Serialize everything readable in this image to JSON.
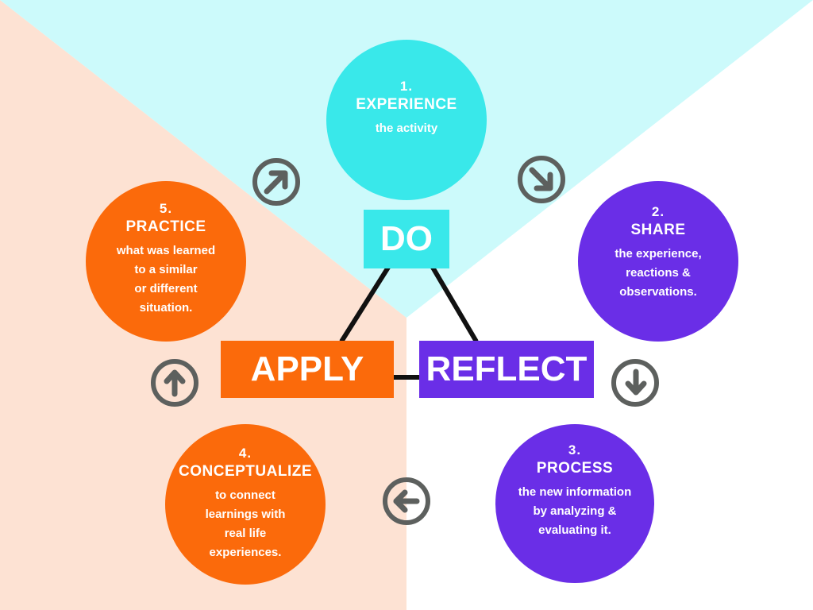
{
  "colors": {
    "cyan": "#39e8ea",
    "cyan_light": "#ccfafb",
    "orange": "#fb6a0b",
    "orange_light": "#fde2d3",
    "purple": "#6a2ee7",
    "arrow_gray": "#5d605e",
    "connector": "#111111"
  },
  "labels": {
    "do": "DO",
    "apply": "APPLY",
    "reflect": "REFLECT"
  },
  "steps": [
    {
      "num": "1.",
      "title": "EXPERIENCE",
      "desc": "the activity"
    },
    {
      "num": "2.",
      "title": "SHARE",
      "desc": "the experience,\nreactions &\nobservations."
    },
    {
      "num": "3.",
      "title": "PROCESS",
      "desc": "the new information\nby analyzing &\nevaluating it."
    },
    {
      "num": "4.",
      "title": "CONCEPTUALIZE",
      "desc": "to connect\nlearnings with\nreal life\nexperiences."
    },
    {
      "num": "5.",
      "title": "PRACTICE",
      "desc": "what was learned\nto a similar\nor different\nsituation."
    }
  ],
  "arrows": [
    "arrow-up-right-icon",
    "arrow-down-right-icon",
    "arrow-down-icon",
    "arrow-left-icon",
    "arrow-up-icon"
  ]
}
